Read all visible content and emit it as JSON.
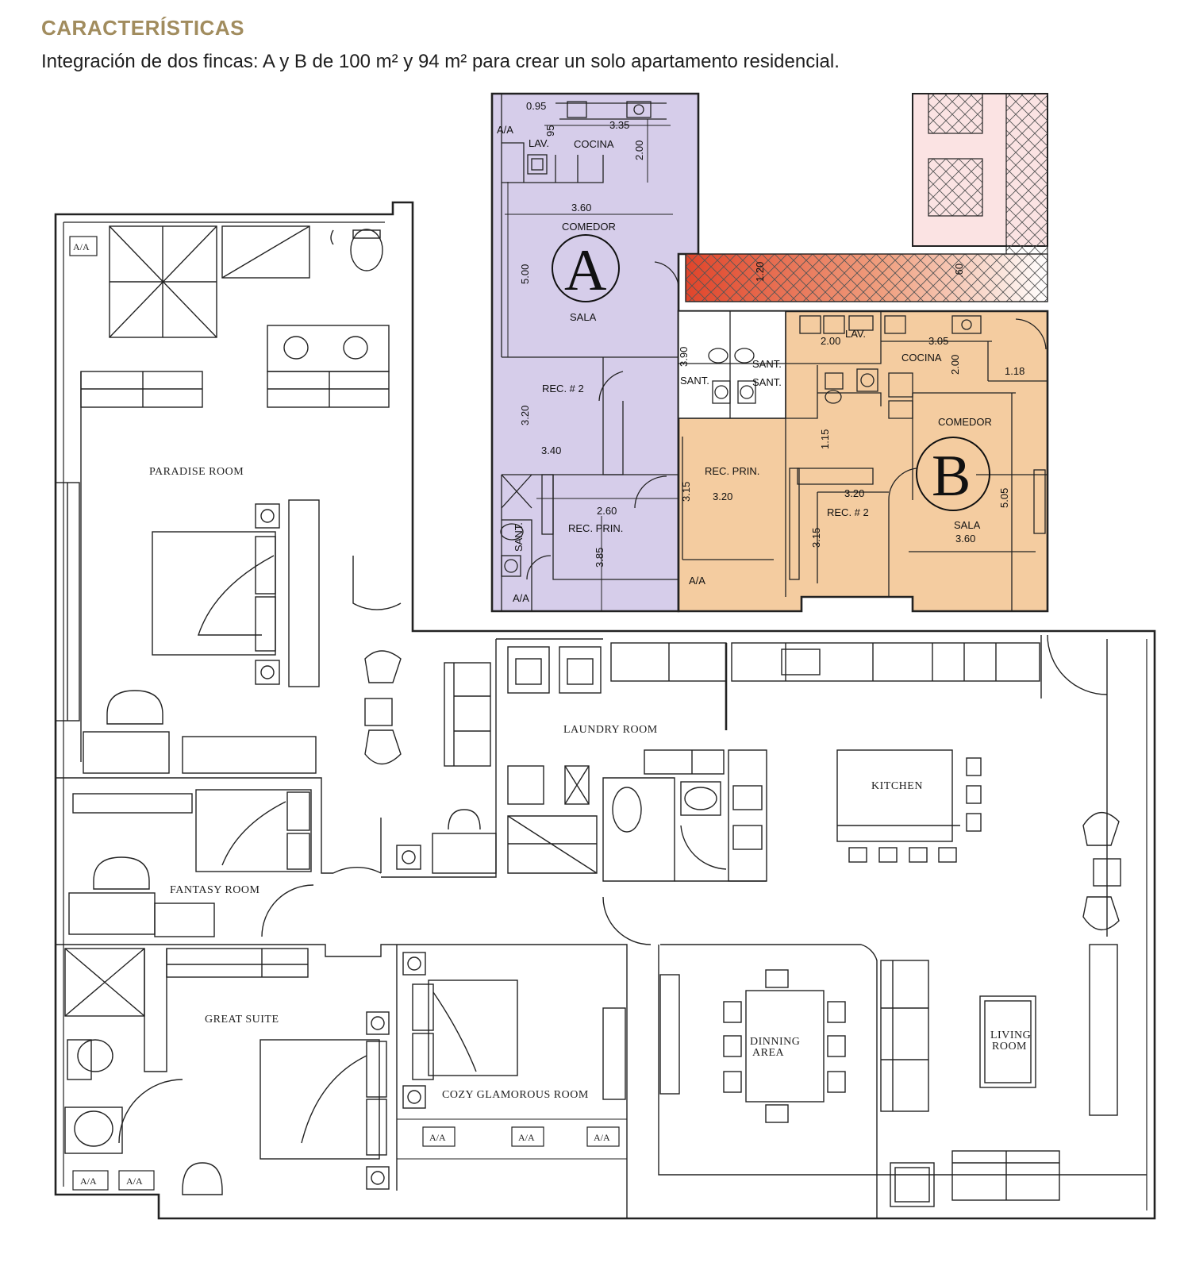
{
  "header": {
    "title": "CARACTERÍSTICAS",
    "subtitle": "Integración de dos fincas: A y B  de 100 m² y 94 m² para crear un solo apartamento residencial."
  },
  "colors": {
    "title": "#a18c5e",
    "unit_a": "#d6cdea",
    "unit_b": "#f4cca0",
    "connector": "#e0452b"
  },
  "plan_combined": {
    "rooms": {
      "paradise": "PARADISE ROOM",
      "fantasy": "FANTASY ROOM",
      "great_suite": "GREAT SUITE",
      "cozy": "COZY GLAMOROUS ROOM",
      "laundry": "LAUNDRY ROOM",
      "kitchen": "KITCHEN",
      "dinning_1": "DINNING",
      "dinning_2": "AREA",
      "living_1": "LIVING",
      "living_2": "ROOM"
    },
    "ac": "A/A"
  },
  "unit_a": {
    "letter": "A",
    "labels": {
      "lav": "LAV.",
      "cocina": "COCINA",
      "comedor": "COMEDOR",
      "sala": "SALA",
      "rec2": "REC. # 2",
      "recprin": "REC. PRIN.",
      "sant": "SANT.",
      "aa": "A/A"
    },
    "dims": {
      "d095": "0.95",
      "d335": "3.35",
      "d200": "2.00",
      "d95": "95",
      "d360": "3.60",
      "d500": "5.00",
      "d320": "3.20",
      "d340": "3.40",
      "d260": "2.60",
      "d385": "3.85"
    }
  },
  "unit_b": {
    "letter": "B",
    "labels": {
      "lav": "LAV.",
      "cocina": "COCINA",
      "comedor": "COMEDOR",
      "sala": "SALA",
      "recprin": "REC. PRIN.",
      "rec2": "REC. # 2",
      "sant1": "SANT.",
      "sant2": "SANT.",
      "sant3": "SANT.",
      "aa": "A/A"
    },
    "dims": {
      "d200": "2.00",
      "d305": "3.05",
      "d200v": "2.00",
      "d118": "1.18",
      "d390": "3.90",
      "d115": "1.15",
      "d315a": "3.15",
      "d320a": "3.20",
      "d320b": "3.20",
      "d315b": "3.15",
      "d505": "5.05",
      "d360": "3.60",
      "d120": "1.20",
      "d60": ".60"
    }
  }
}
